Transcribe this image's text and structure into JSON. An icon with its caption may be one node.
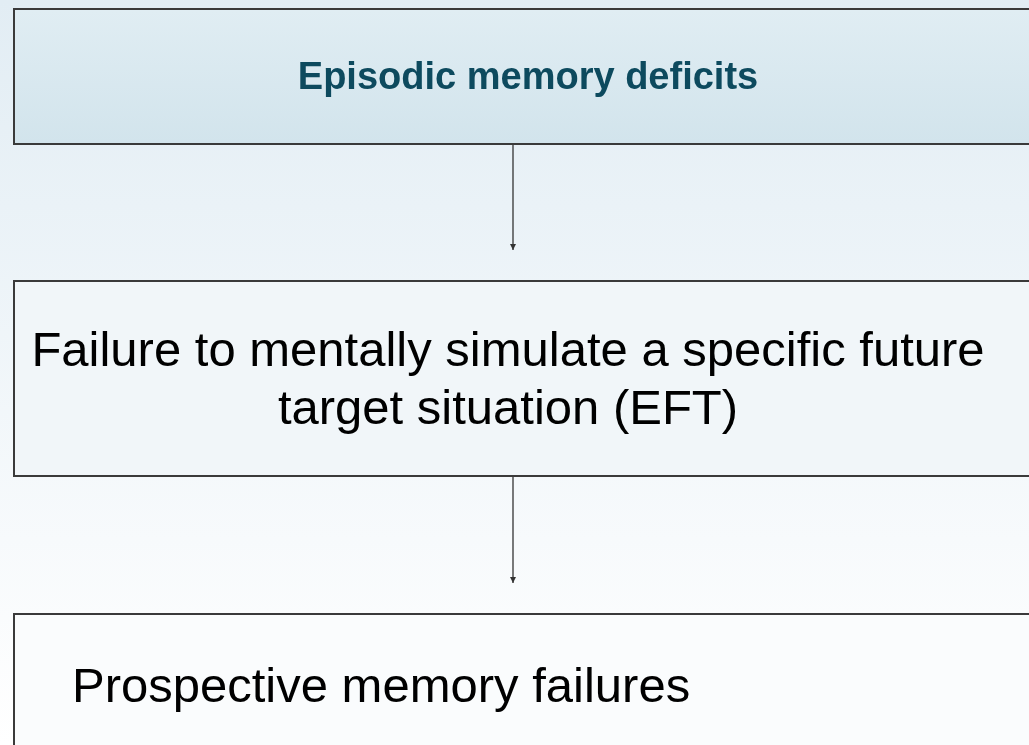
{
  "diagram": {
    "nodes": [
      {
        "text": [
          "Episodic memory deficits"
        ]
      },
      {
        "text": [
          "Failure to mentally simulate a specific future target situation (EFT)"
        ]
      },
      {
        "text": [
          "Prospective memory failures"
        ]
      }
    ],
    "edges": [
      {
        "from": 0,
        "to": 1,
        "arrow": "to"
      },
      {
        "from": 1,
        "to": 2,
        "arrow": "to"
      }
    ]
  }
}
